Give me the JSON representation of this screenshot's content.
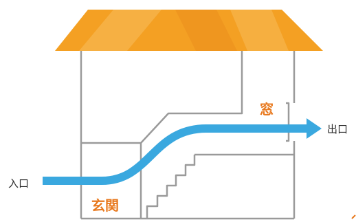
{
  "labels": {
    "entrance_in": "入口",
    "exit_out": "出口",
    "genkan": "玄関",
    "window": "窓"
  },
  "colors": {
    "roof": "#F4A023",
    "roof_highlight": "#F7BE5E",
    "roof_shadow": "#E8891A",
    "wall_line": "#9A9A9A",
    "arrow": "#3AA8DF",
    "accent_text": "#E8791E",
    "dark_text": "#2B2B2B",
    "corner_mark": "#E8791E"
  },
  "icons": {
    "flow": "airflow-arrow",
    "corner": "corner-tick-mark"
  }
}
